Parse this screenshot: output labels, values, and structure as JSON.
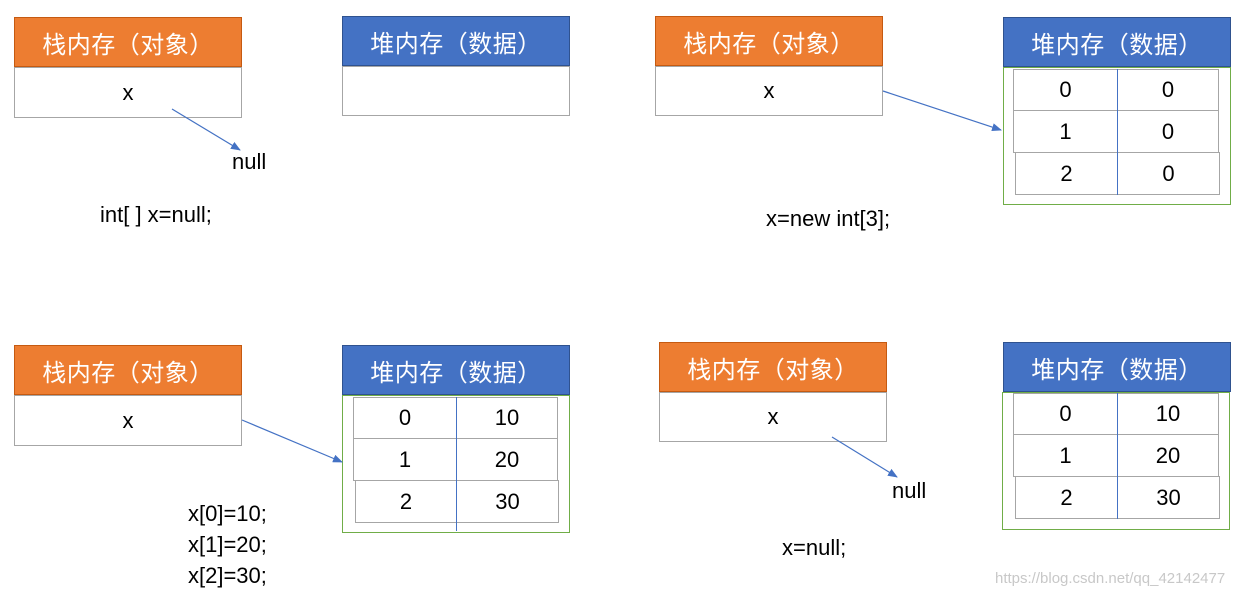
{
  "stack_header": "栈内存（对象）",
  "heap_header": "堆内存（数据）",
  "var_name": "x",
  "null_label": "null",
  "code": {
    "step1": "int[ ] x=null;",
    "step2": "x=new int[3];",
    "step3": [
      "x[0]=10;",
      "x[1]=20;",
      "x[2]=30;"
    ],
    "step4": "x=null;"
  },
  "arrays": {
    "step2": [
      {
        "index": "0",
        "value": "0"
      },
      {
        "index": "1",
        "value": "0"
      },
      {
        "index": "2",
        "value": "0"
      }
    ],
    "step3": [
      {
        "index": "0",
        "value": "10"
      },
      {
        "index": "1",
        "value": "20"
      },
      {
        "index": "2",
        "value": "30"
      }
    ],
    "step4": [
      {
        "index": "0",
        "value": "10"
      },
      {
        "index": "1",
        "value": "20"
      },
      {
        "index": "2",
        "value": "30"
      }
    ]
  },
  "watermark": "https://blog.csdn.net/qq_42142477",
  "colors": {
    "stack": "#ed7d31",
    "heap": "#4472c4",
    "arrow": "#4472c4",
    "frame": "#70ad47"
  }
}
